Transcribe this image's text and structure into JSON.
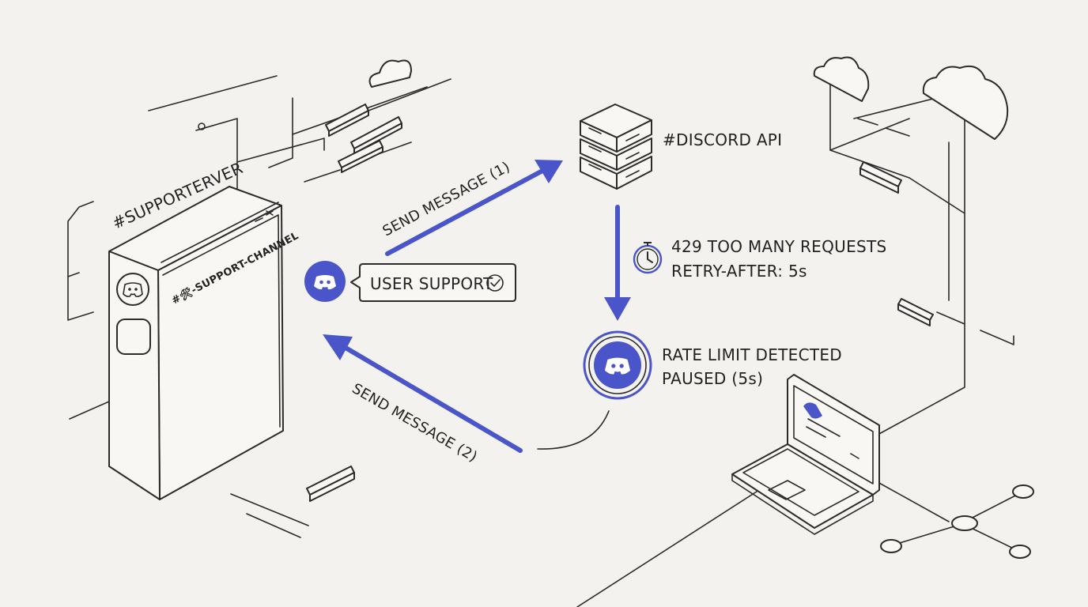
{
  "server": {
    "title": "#SUPPORTERVER",
    "channel": "#🛠-SUPPORT-CHANNEL"
  },
  "bubble": {
    "label": "USER SUPPORT"
  },
  "api": {
    "label": "#DISCORD API"
  },
  "flow": {
    "send1": "SEND MESSAGE (1)",
    "send2": "SEND MESSAGE (2)"
  },
  "error": {
    "line1": "429 TOO MANY REQUESTS",
    "line2": "RETRY-AFTER: 5s"
  },
  "bot": {
    "line1": "RATE LIMIT DETECTED",
    "line2": "PAUSED (5s)"
  },
  "colors": {
    "accent": "#4a55c9",
    "line": "#2b2b2b",
    "background": "#f3f2ee"
  }
}
